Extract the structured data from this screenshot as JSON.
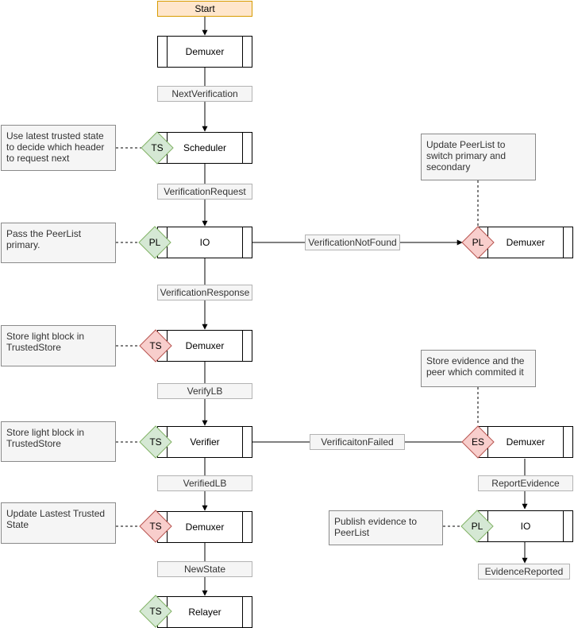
{
  "nodes": {
    "start": "Start",
    "demuxer1": "Demuxer",
    "scheduler": "Scheduler",
    "io1": "IO",
    "demuxer2": "Demuxer",
    "verifier": "Verifier",
    "demuxer3": "Demuxer",
    "relayer": "Relayer",
    "demuxer_right1": "Demuxer",
    "demuxer_right2": "Demuxer",
    "io_right": "IO"
  },
  "edge_labels": {
    "next_verification": "NextVerification",
    "verification_request": "VerificationRequest",
    "verification_response": "VerificationResponse",
    "verify_lb": "VerifyLB",
    "verified_lb": "VerifiedLB",
    "new_state": "NewState",
    "verification_not_found": "VerificationNotFound",
    "verification_failed": "VerificaitonFailed",
    "report_evidence": "ReportEvidence",
    "evidence_reported": "EvidenceReported"
  },
  "badges": {
    "scheduler": "TS",
    "io1": "PL",
    "demuxer2": "TS",
    "verifier": "TS",
    "demuxer3": "TS",
    "relayer": "TS",
    "demuxer_right1": "PL",
    "demuxer_right2": "ES",
    "io_right": "PL"
  },
  "notes": {
    "scheduler": "Use latest trusted state to decide which header to request next",
    "io1": "Pass the PeerList primary.",
    "demuxer2": "Store light block in TrustedStore",
    "verifier": "Store light block in TrustedStore",
    "demuxer3": "Update Lastest Trusted State",
    "demuxer_right1": "Update PeerList to switch primary and secondary",
    "demuxer_right2": "Store evidence and the peer which commited it",
    "io_right": "Publish evidence to PeerList"
  },
  "colors": {
    "green_fill": "#d5e8d4",
    "green_stroke": "#82b366",
    "red_fill": "#f8cecc",
    "red_stroke": "#b85450",
    "start_fill": "#ffe6cc",
    "start_stroke": "#d79b00",
    "label_fill": "#f5f5f5"
  }
}
